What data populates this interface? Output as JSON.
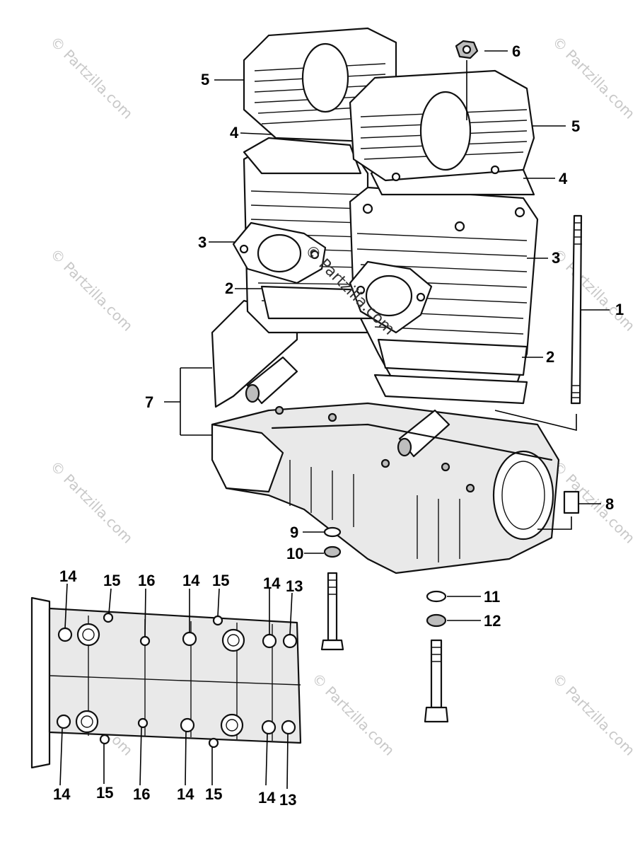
{
  "watermark": {
    "text": "© Partzilla.com",
    "center_text_a": "©",
    "center_text_b": "Partzilla.com"
  },
  "callouts": {
    "c1": "1",
    "c2a": "2",
    "c2b": "2",
    "c3a": "3",
    "c3b": "3",
    "c4a": "4",
    "c4b": "4",
    "c5a": "5",
    "c5b": "5",
    "c6": "6",
    "c7": "7",
    "c8": "8",
    "c9": "9",
    "c10": "10",
    "c11": "11",
    "c12": "12",
    "t14a": "14",
    "t15a": "15",
    "t16a": "16",
    "t14b": "14",
    "t15b": "15",
    "t14c": "14",
    "t13a": "13",
    "b14a": "14",
    "b15a": "15",
    "b16a": "16",
    "b14b": "14",
    "b15b": "15",
    "b14c": "14",
    "b13a": "13"
  }
}
